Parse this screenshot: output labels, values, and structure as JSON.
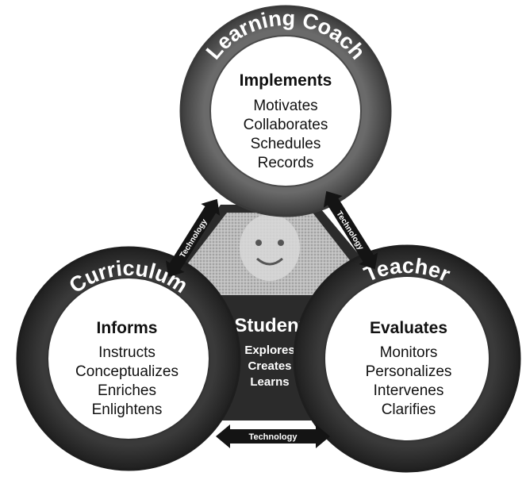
{
  "learning_coach": {
    "title": "Learning Coach",
    "heading": "Implements",
    "items": [
      "Motivates",
      "Collaborates",
      "Schedules",
      "Records"
    ]
  },
  "curriculum": {
    "title": "Curriculum",
    "heading": "Informs",
    "items": [
      "Instructs",
      "Conceptualizes",
      "Enriches",
      "Enlightens"
    ]
  },
  "teacher": {
    "title": "Teacher",
    "heading": "Evaluates",
    "items": [
      "Monitors",
      "Personalizes",
      "Intervenes",
      "Clarifies"
    ]
  },
  "student": {
    "heading": "Student",
    "items": [
      "Explores",
      "Creates",
      "Learns"
    ]
  },
  "connectors": {
    "coach_curriculum": "Technology",
    "coach_teacher": "Technology",
    "curriculum_teacher": "Technology"
  },
  "colors": {
    "ring": "#5a5a5a",
    "ring_dark": "#2e2e2e",
    "inner": "#ffffff",
    "student_panel": "#2b2b2b",
    "photo": "#b5b5b5",
    "arrow": "#141414"
  }
}
